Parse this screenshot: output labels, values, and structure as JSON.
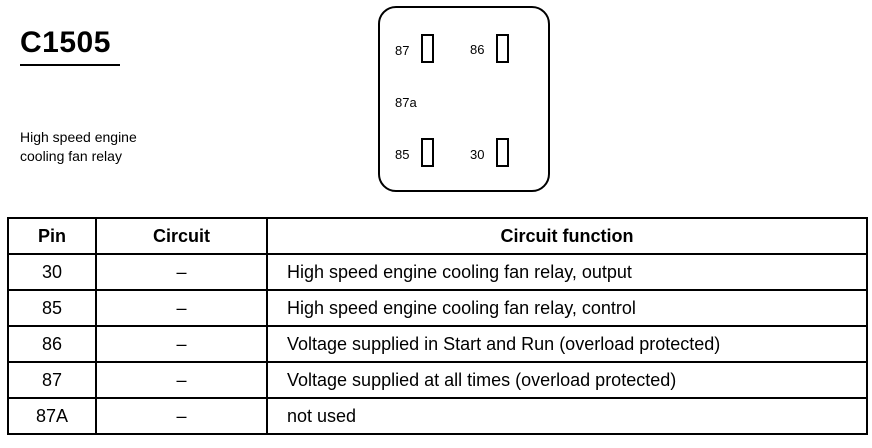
{
  "connector": {
    "id": "C1505",
    "description_lines": [
      "High speed engine",
      "cooling fan relay"
    ]
  },
  "relay_face": {
    "pins": {
      "p87": "87",
      "p86": "86",
      "p87a": "87a",
      "p85": "85",
      "p30": "30"
    }
  },
  "table": {
    "headers": {
      "pin": "Pin",
      "circuit": "Circuit",
      "function": "Circuit function"
    },
    "rows": [
      {
        "pin": "30",
        "circuit": "–",
        "function": "High speed engine cooling fan relay, output"
      },
      {
        "pin": "85",
        "circuit": "–",
        "function": "High speed engine cooling fan relay, control"
      },
      {
        "pin": "86",
        "circuit": "–",
        "function": "Voltage supplied in Start and Run (overload protected)"
      },
      {
        "pin": "87",
        "circuit": "–",
        "function": "Voltage supplied at all times (overload protected)"
      },
      {
        "pin": "87A",
        "circuit": "–",
        "function": "not used"
      }
    ]
  }
}
